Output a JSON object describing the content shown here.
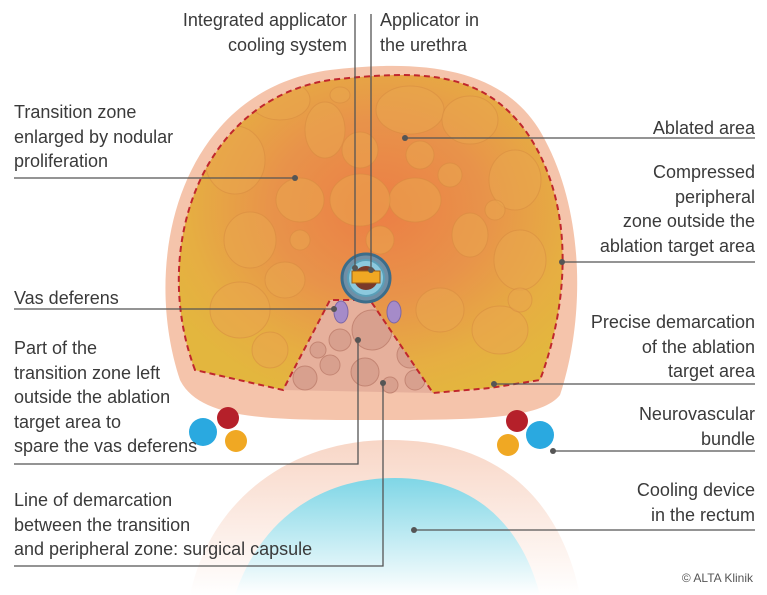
{
  "labels": {
    "integrated_cooling": [
      "Integrated applicator",
      "cooling system"
    ],
    "applicator_urethra": [
      "Applicator in",
      "the urethra"
    ],
    "transition_zone": [
      "Transition zone",
      "enlarged by nodular",
      "proliferation"
    ],
    "ablated_area": [
      "Ablated area"
    ],
    "compressed_peripheral": [
      "Compressed",
      "peripheral",
      "zone outside the",
      "ablation target area"
    ],
    "vas_deferens": [
      "Vas deferens"
    ],
    "precise_demarcation": [
      "Precise demarcation",
      "of the ablation",
      "target area"
    ],
    "transition_left_outside": [
      "Part of the",
      "transition zone left",
      "outside the ablation",
      "target area to",
      "spare the vas deferens"
    ],
    "neurovascular_bundle": [
      "Neurovascular",
      "bundle"
    ],
    "line_of_demarcation": [
      "Line of demarcation",
      "between the transition",
      "and peripheral zone: surgical capsule"
    ],
    "cooling_device": [
      "Cooling device",
      "in the rectum"
    ]
  },
  "credit": "© ALTA Klinik",
  "colors": {
    "peripheral_zone": "#f5c4ab",
    "ablated_outer": "#e5b23d",
    "ablated_inner": "#e88b4a",
    "demarcation_line": "#c0272d",
    "unablated_tissue": "#e2ab98",
    "vas_deferens": "#a58bc9",
    "nerve_red": "#b5202a",
    "nerve_blue": "#2aa9e0",
    "nerve_yellow": "#f0a823",
    "rectum_cooling": "#6ecfe0",
    "leader_line": "#555555"
  }
}
